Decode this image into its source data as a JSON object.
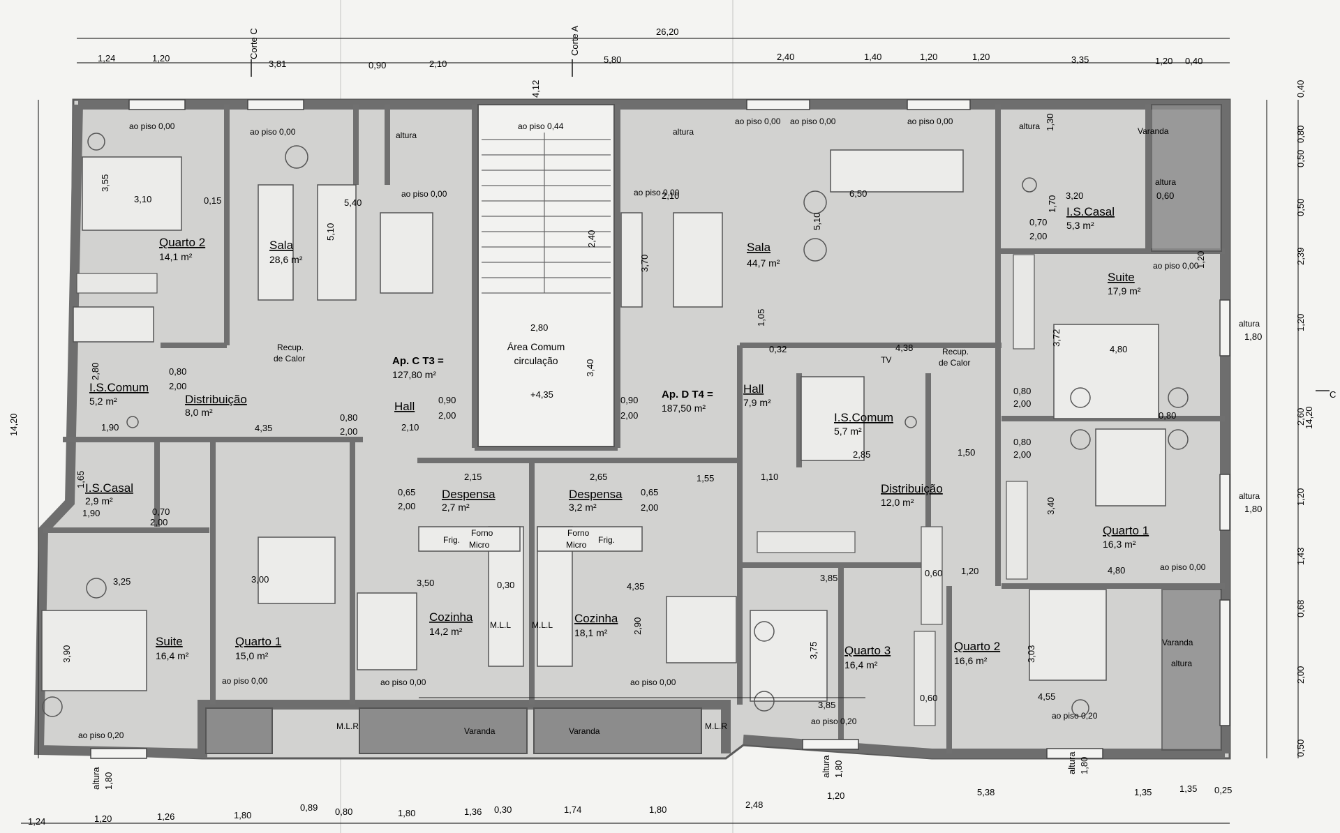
{
  "sections": {
    "c": "Corte C",
    "a": "Corte A",
    "side": "C"
  },
  "common": {
    "title": "Área Comum",
    "sub": "circulação",
    "level": "+4,35"
  },
  "apt_c": {
    "name": "Ap. C T3 =",
    "area": "127,80 m²"
  },
  "apt_d": {
    "name": "Ap. D T4 =",
    "area": "187,50 m²"
  },
  "rooms": [
    {
      "name": "Quarto 2",
      "area": "14,1 m²"
    },
    {
      "name": "Sala",
      "area": "28,6 m²"
    },
    {
      "name": "I.S.Comum",
      "area": "5,2 m²"
    },
    {
      "name": "Distribuição",
      "area": "8,0 m²"
    },
    {
      "name": "Hall",
      "area": ""
    },
    {
      "name": "I.S.Casal",
      "area": "2,9 m²"
    },
    {
      "name": "Suite",
      "area": "16,4 m²"
    },
    {
      "name": "Quarto 1",
      "area": "15,0 m²"
    },
    {
      "name": "Despensa",
      "area": "2,7 m²"
    },
    {
      "name": "Cozinha",
      "area": "14,2 m²"
    },
    {
      "name": "Despensa",
      "area": "3,2 m²"
    },
    {
      "name": "Cozinha",
      "area": "18,1 m²"
    },
    {
      "name": "Sala",
      "area": "44,7 m²"
    },
    {
      "name": "Hall",
      "area": "7,9 m²"
    },
    {
      "name": "I.S.Comum",
      "area": "5,7 m²"
    },
    {
      "name": "Distribuição",
      "area": "12,0 m²"
    },
    {
      "name": "Quarto 3",
      "area": "16,4 m²"
    },
    {
      "name": "Quarto 2",
      "area": "16,6 m²"
    },
    {
      "name": "Suite",
      "area": "17,9 m²"
    },
    {
      "name": "Quarto 1",
      "area": "16,3 m²"
    },
    {
      "name": "I.S.Casal",
      "area": "5,3 m²"
    }
  ],
  "labels": {
    "ap000": "ao piso 0,00",
    "ap044": "ao piso 0,44",
    "ap020": "ao piso 0,20",
    "altura": "altura",
    "recup": "Recup.",
    "decalor": "de Calor",
    "varanda": "Varanda",
    "mlr": "M.L.R",
    "mll": "M.L.L",
    "frig": "Frig.",
    "forno": "Forno",
    "micro": "Micro",
    "tv": "TV"
  },
  "dims_top1": [
    "1,24",
    "1,20",
    "3,81",
    "0,90",
    "2,10",
    "5,80",
    "2,40",
    "1,40",
    "1,20",
    "1,20",
    "3,35",
    "1,20",
    "0,40"
  ],
  "dims_top_total": "26,20",
  "dims_bottom": [
    "1,24",
    "1,20",
    "1,26",
    "1,80",
    "0,89",
    "0,80",
    "1,80",
    "1,36",
    "0,30",
    "1,74",
    "1,80",
    "2,48",
    "1,20",
    "5,38",
    "1,35",
    "1,35",
    "0,25"
  ],
  "dims_right": [
    "0,40",
    "0,80",
    "0,50",
    "0,50",
    "2,39",
    "1,20",
    "2,60",
    "1,20",
    "1,43",
    "0,68",
    "2,00",
    "0,50"
  ],
  "dim_right_total": "14,20",
  "dim_left_total": "14,20",
  "inner": {
    "d355": "3,55",
    "d310": "3,10",
    "d015": "0,15",
    "d540": "5,40",
    "d510": "5,10",
    "d240": "2,40",
    "d370": "3,70",
    "d650": "6,50",
    "d280": "2,80",
    "d340": "3,40",
    "d435": "4,35",
    "d090": "0,90",
    "d200": "2,00",
    "d080": "0,80",
    "d210": "2,10",
    "d215": "2,15",
    "d265": "2,65",
    "d065": "0,65",
    "d325": "3,25",
    "d300": "3,00",
    "d350": "3,50",
    "d030": "0,30",
    "d390": "3,90",
    "d290": "2,90",
    "d385": "3,85",
    "d375": "3,75",
    "d438": "4,38",
    "d285": "2,85",
    "d150": "1,50",
    "d155": "1,55",
    "d110": "1,10",
    "d120": "1,20",
    "d480": "4,80",
    "d372": "3,72",
    "d303": "3,03",
    "d455": "4,55",
    "d060": "0,60",
    "d320": "3,20",
    "d070": "0,70",
    "d190": "1,90",
    "d165": "1,65",
    "d105": "1,05",
    "d032": "0,32",
    "d180": "1,80",
    "d412": "4,12",
    "d130": "1,30",
    "d170": "1,70",
    "d015b": "0,15",
    "d040": "0,40",
    "d060b": "0,60"
  }
}
